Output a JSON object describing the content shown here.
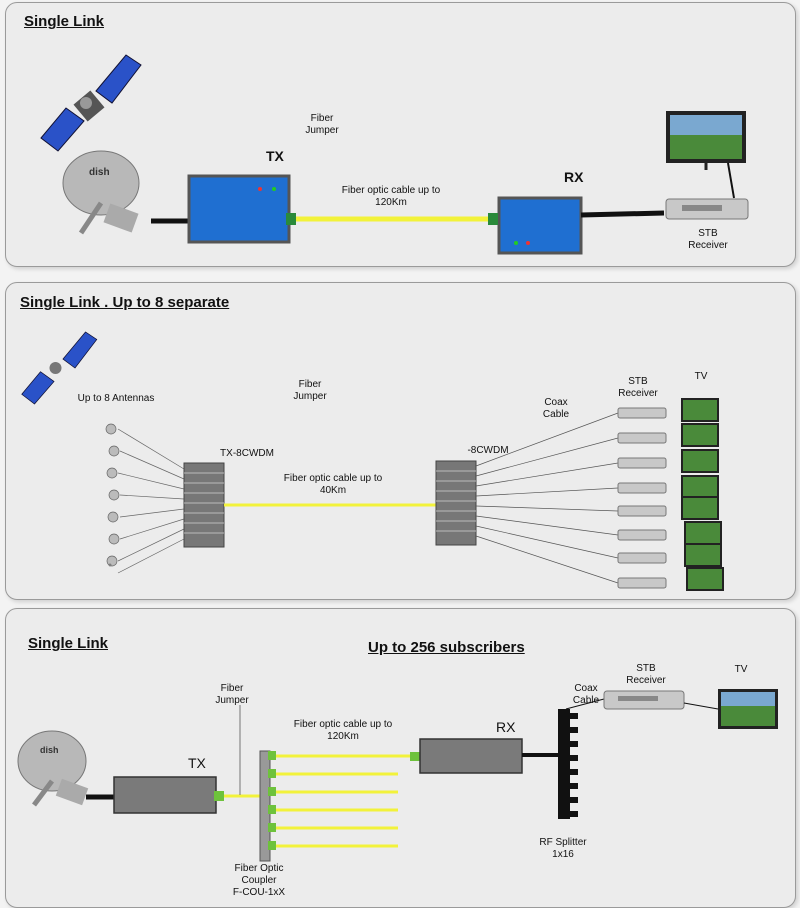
{
  "panel1": {
    "title": "Single Link",
    "fiber_jumper": "Fiber\nJumper",
    "tx": "TX",
    "rx": "RX",
    "cable": "Fiber optic cable up to\n120Km",
    "stb": "STB\nReceiver"
  },
  "panel2": {
    "title": "Single Link .  Up to 8 separate",
    "antennas": "Up to 8 Antennas",
    "fiber_jumper": "Fiber\nJumper",
    "tx": "TX-8CWDM",
    "rx": "-8CWDM",
    "cable": "Fiber optic cable up to\n40Km",
    "coax": "Coax\nCable",
    "stb": "STB\nReceiver",
    "tv": "TV"
  },
  "panel3": {
    "title": "Single Link",
    "subtitle": "Up to 256 subscribers",
    "fiber_jumper": "Fiber\nJumper",
    "tx": "TX",
    "rx": "RX",
    "cable": "Fiber optic cable up to\n120Km",
    "coupler": "Fiber Optic\nCoupler\nF-COU-1xX",
    "coax": "Coax\nCable",
    "stb": "STB\nReceiver",
    "tv": "TV",
    "splitter": "RF Splitter\n1x16"
  },
  "colors": {
    "fiber": "#f2f23a",
    "tx_box": "#1f6fd1",
    "panel": "#ececec",
    "device": "#7a7a7a"
  }
}
